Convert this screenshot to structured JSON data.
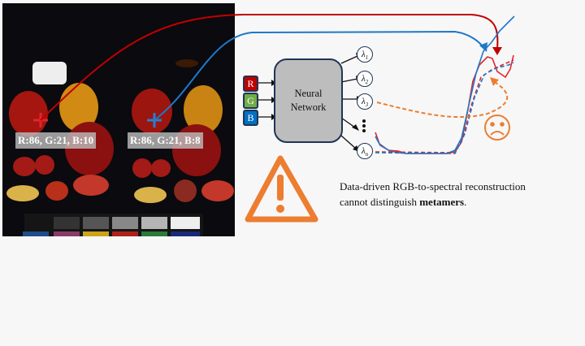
{
  "photo": {
    "left_label": "R:86, G:21,  B:10",
    "right_label": "R:86, G:21, B:8"
  },
  "network": {
    "title_line1": "Neural",
    "title_line2": "Network",
    "inputs": [
      "R",
      "G",
      "B"
    ],
    "input_colors": [
      "#c00000",
      "#70ad47",
      "#0070c0"
    ],
    "outputs": [
      "1",
      "2",
      "3",
      "n"
    ]
  },
  "caption": {
    "text": "Data-driven RGB-to-spectral reconstruction cannot distinguish",
    "bold": "metamers",
    "end": "."
  },
  "colors": {
    "red": "#d00000",
    "blue": "#1f78c8",
    "orange": "#ed7d31"
  }
}
